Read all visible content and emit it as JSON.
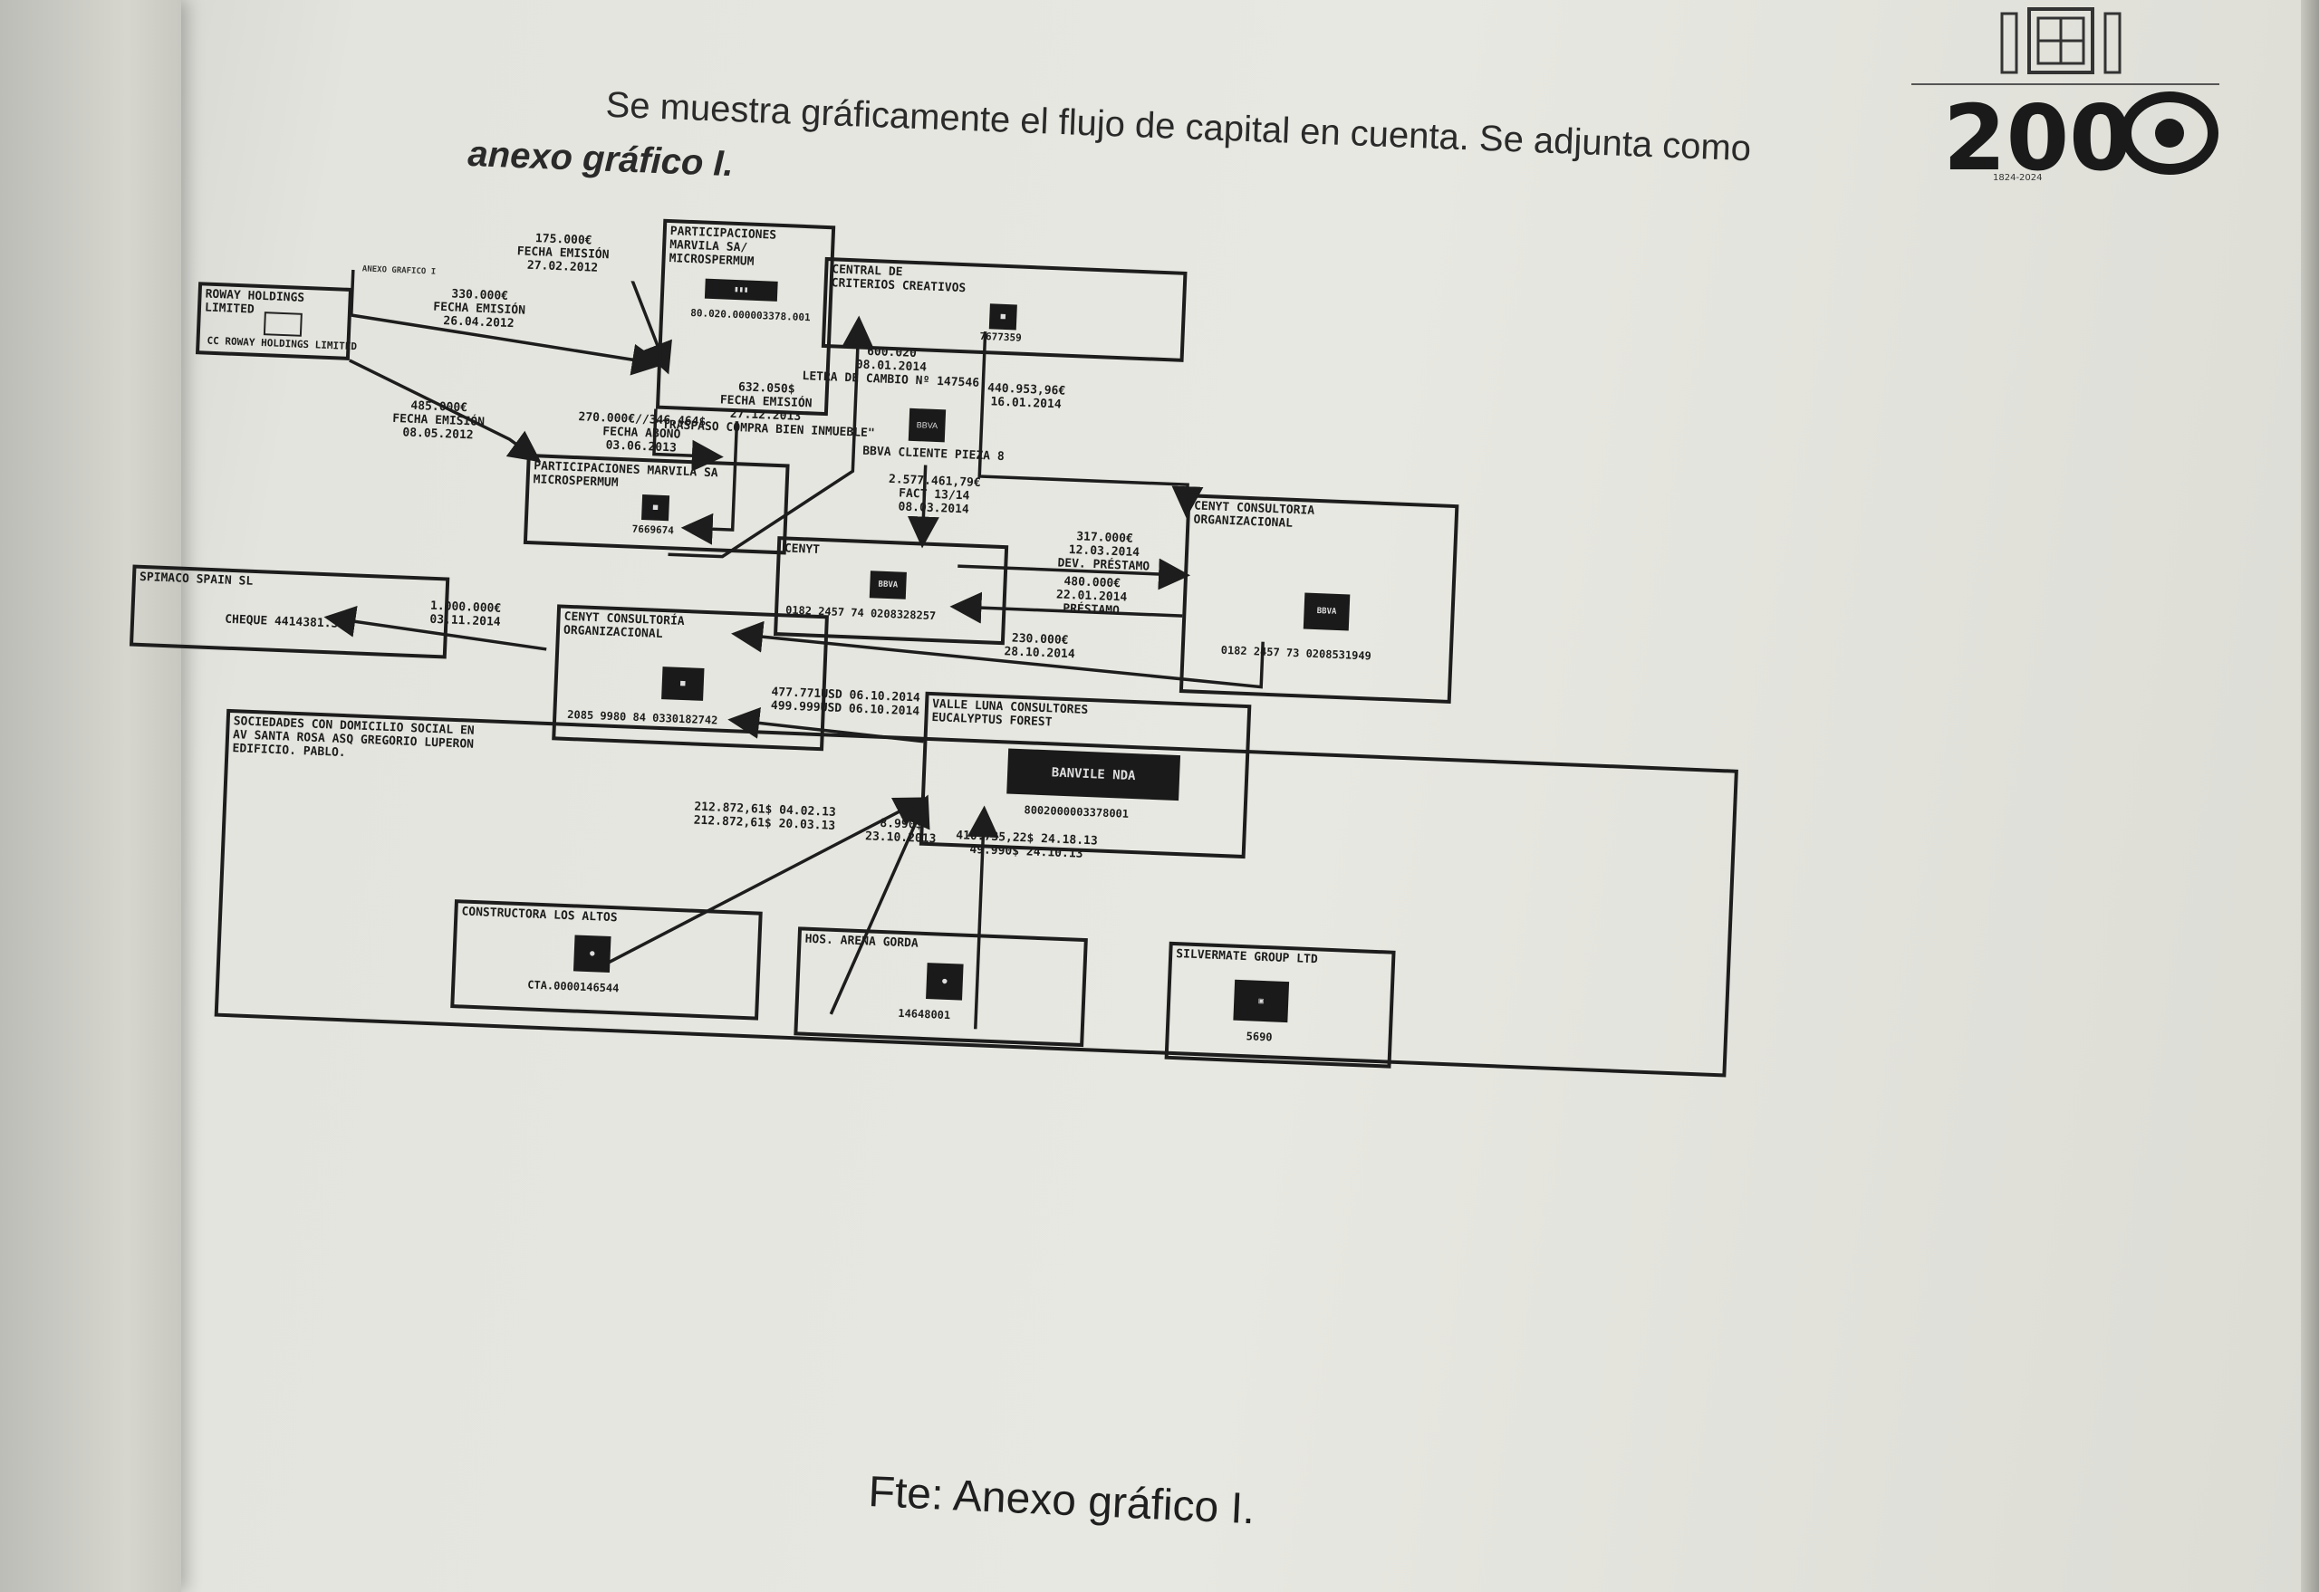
{
  "intro": {
    "line1": "Se muestra gráficamente el flujo de capital en cuenta. Se adjunta como",
    "line2": "anexo gráfico I."
  },
  "logo": {
    "number": "200",
    "sub": "1824-2024"
  },
  "diagram": {
    "caption": "ANEXO GRAFICO I",
    "boxes": {
      "roway": {
        "title": [
          "ROWAY HOLDINGS LIMITED"
        ],
        "account": "CC ROWAY HOLDINGS LIMITED"
      },
      "marvila_top": {
        "title": [
          "PARTICIPACIONES MARVILA SA/",
          "MICROSPERMUM"
        ],
        "account": "80.020.000003378.001"
      },
      "central": {
        "title": [
          "CENTRAL DE",
          "CRITERIOS CREATIVOS"
        ],
        "account": "7677359"
      },
      "marvila_bottom": {
        "title": [
          "PARTICIPACIONES MARVILA SA",
          "MICROSPERMUM"
        ],
        "account": "7669674"
      },
      "bbva_pieza": {
        "title": [
          "BBVA CLIENTE PIEZA 8"
        ]
      },
      "cenyt_small": {
        "title": [
          "CENYT"
        ],
        "account": "0182 2457 74 0208328257"
      },
      "cenyt_right": {
        "title": [
          "CENYT CONSULTORIA",
          "ORGANIZACIONAL"
        ],
        "account": "0182 2457 73 0208531949",
        "bank": "BBVA"
      },
      "spimaco": {
        "title": [
          "SPIMACO SPAIN SL"
        ],
        "account": "CHEQUE 4414381.3"
      },
      "cenyt_center": {
        "title": [
          "CENYT CONSULTORÍA",
          "ORGANIZACIONAL"
        ],
        "account": "2085 9980 84 0330182742"
      },
      "valle_luna": {
        "title": [
          "VALLE LUNA CONSULTORES",
          "EUCALYPTUS FOREST"
        ],
        "account": "8002000003378001",
        "bank": "BANVILE NDA"
      },
      "sociedades": {
        "title": [
          "SOCIEDADES CON DOMICILIO SOCIAL EN",
          "AV SANTA ROSA ASQ GREGORIO LUPERON",
          "EDIFICIO. PABLO."
        ]
      },
      "constructora": {
        "title": [
          "CONSTRUCTORA LOS ALTOS"
        ],
        "account": "CTA.0000146544"
      },
      "arena": {
        "title": [
          "HOS. ARENA GORDA"
        ],
        "account": "14648001"
      },
      "silvermate": {
        "title": [
          "SILVERMATE GROUP LTD"
        ],
        "account": "5690"
      }
    },
    "flows": {
      "f175": [
        "175.000€",
        "FECHA EMISIÓN",
        "27.02.2012"
      ],
      "f330": [
        "330.000€",
        "FECHA EMISIÓN",
        "26.04.2012"
      ],
      "f485": [
        "485.000€",
        "FECHA EMISIÓN",
        "08.05.2012"
      ],
      "f632": [
        "632.050$",
        "FECHA EMISIÓN",
        "27.12.2013",
        "\"TRASPASO COMPRA BIEN INMUEBLE\""
      ],
      "f270": [
        "270.000€//346.464$",
        "FECHA ABONO",
        "03.06.2013"
      ],
      "f600": [
        "600.020",
        "08.01.2014",
        "LETRA DE CAMBIO Nº 147546"
      ],
      "f440": [
        "440.953,96€",
        "16.01.2014"
      ],
      "f2577": [
        "2.577.461,79€",
        "FACT 13/14",
        "08.03.2014"
      ],
      "f317": [
        "317.000€",
        "12.03.2014",
        "DEV. PRÉSTAMO"
      ],
      "f480": [
        "480.000€",
        "22.01.2014",
        "PRÉSTAMO"
      ],
      "f1000": [
        "1.000.000€",
        "03.11.2014"
      ],
      "f230": [
        "230.000€",
        "28.10.2014"
      ],
      "f477": [
        "477.771USD 06.10.2014",
        "499.999USD 06.10.2014"
      ],
      "f212": [
        "212.872,61$  04.02.13",
        "212.872,61$  20.03.13"
      ],
      "f8990": [
        "8.990$",
        "23.10.2013"
      ],
      "f410": [
        "410.735,22$ 24.18.13",
        "49.990$ 24.10.13"
      ]
    }
  },
  "source": "Fte: Anexo gráfico I."
}
